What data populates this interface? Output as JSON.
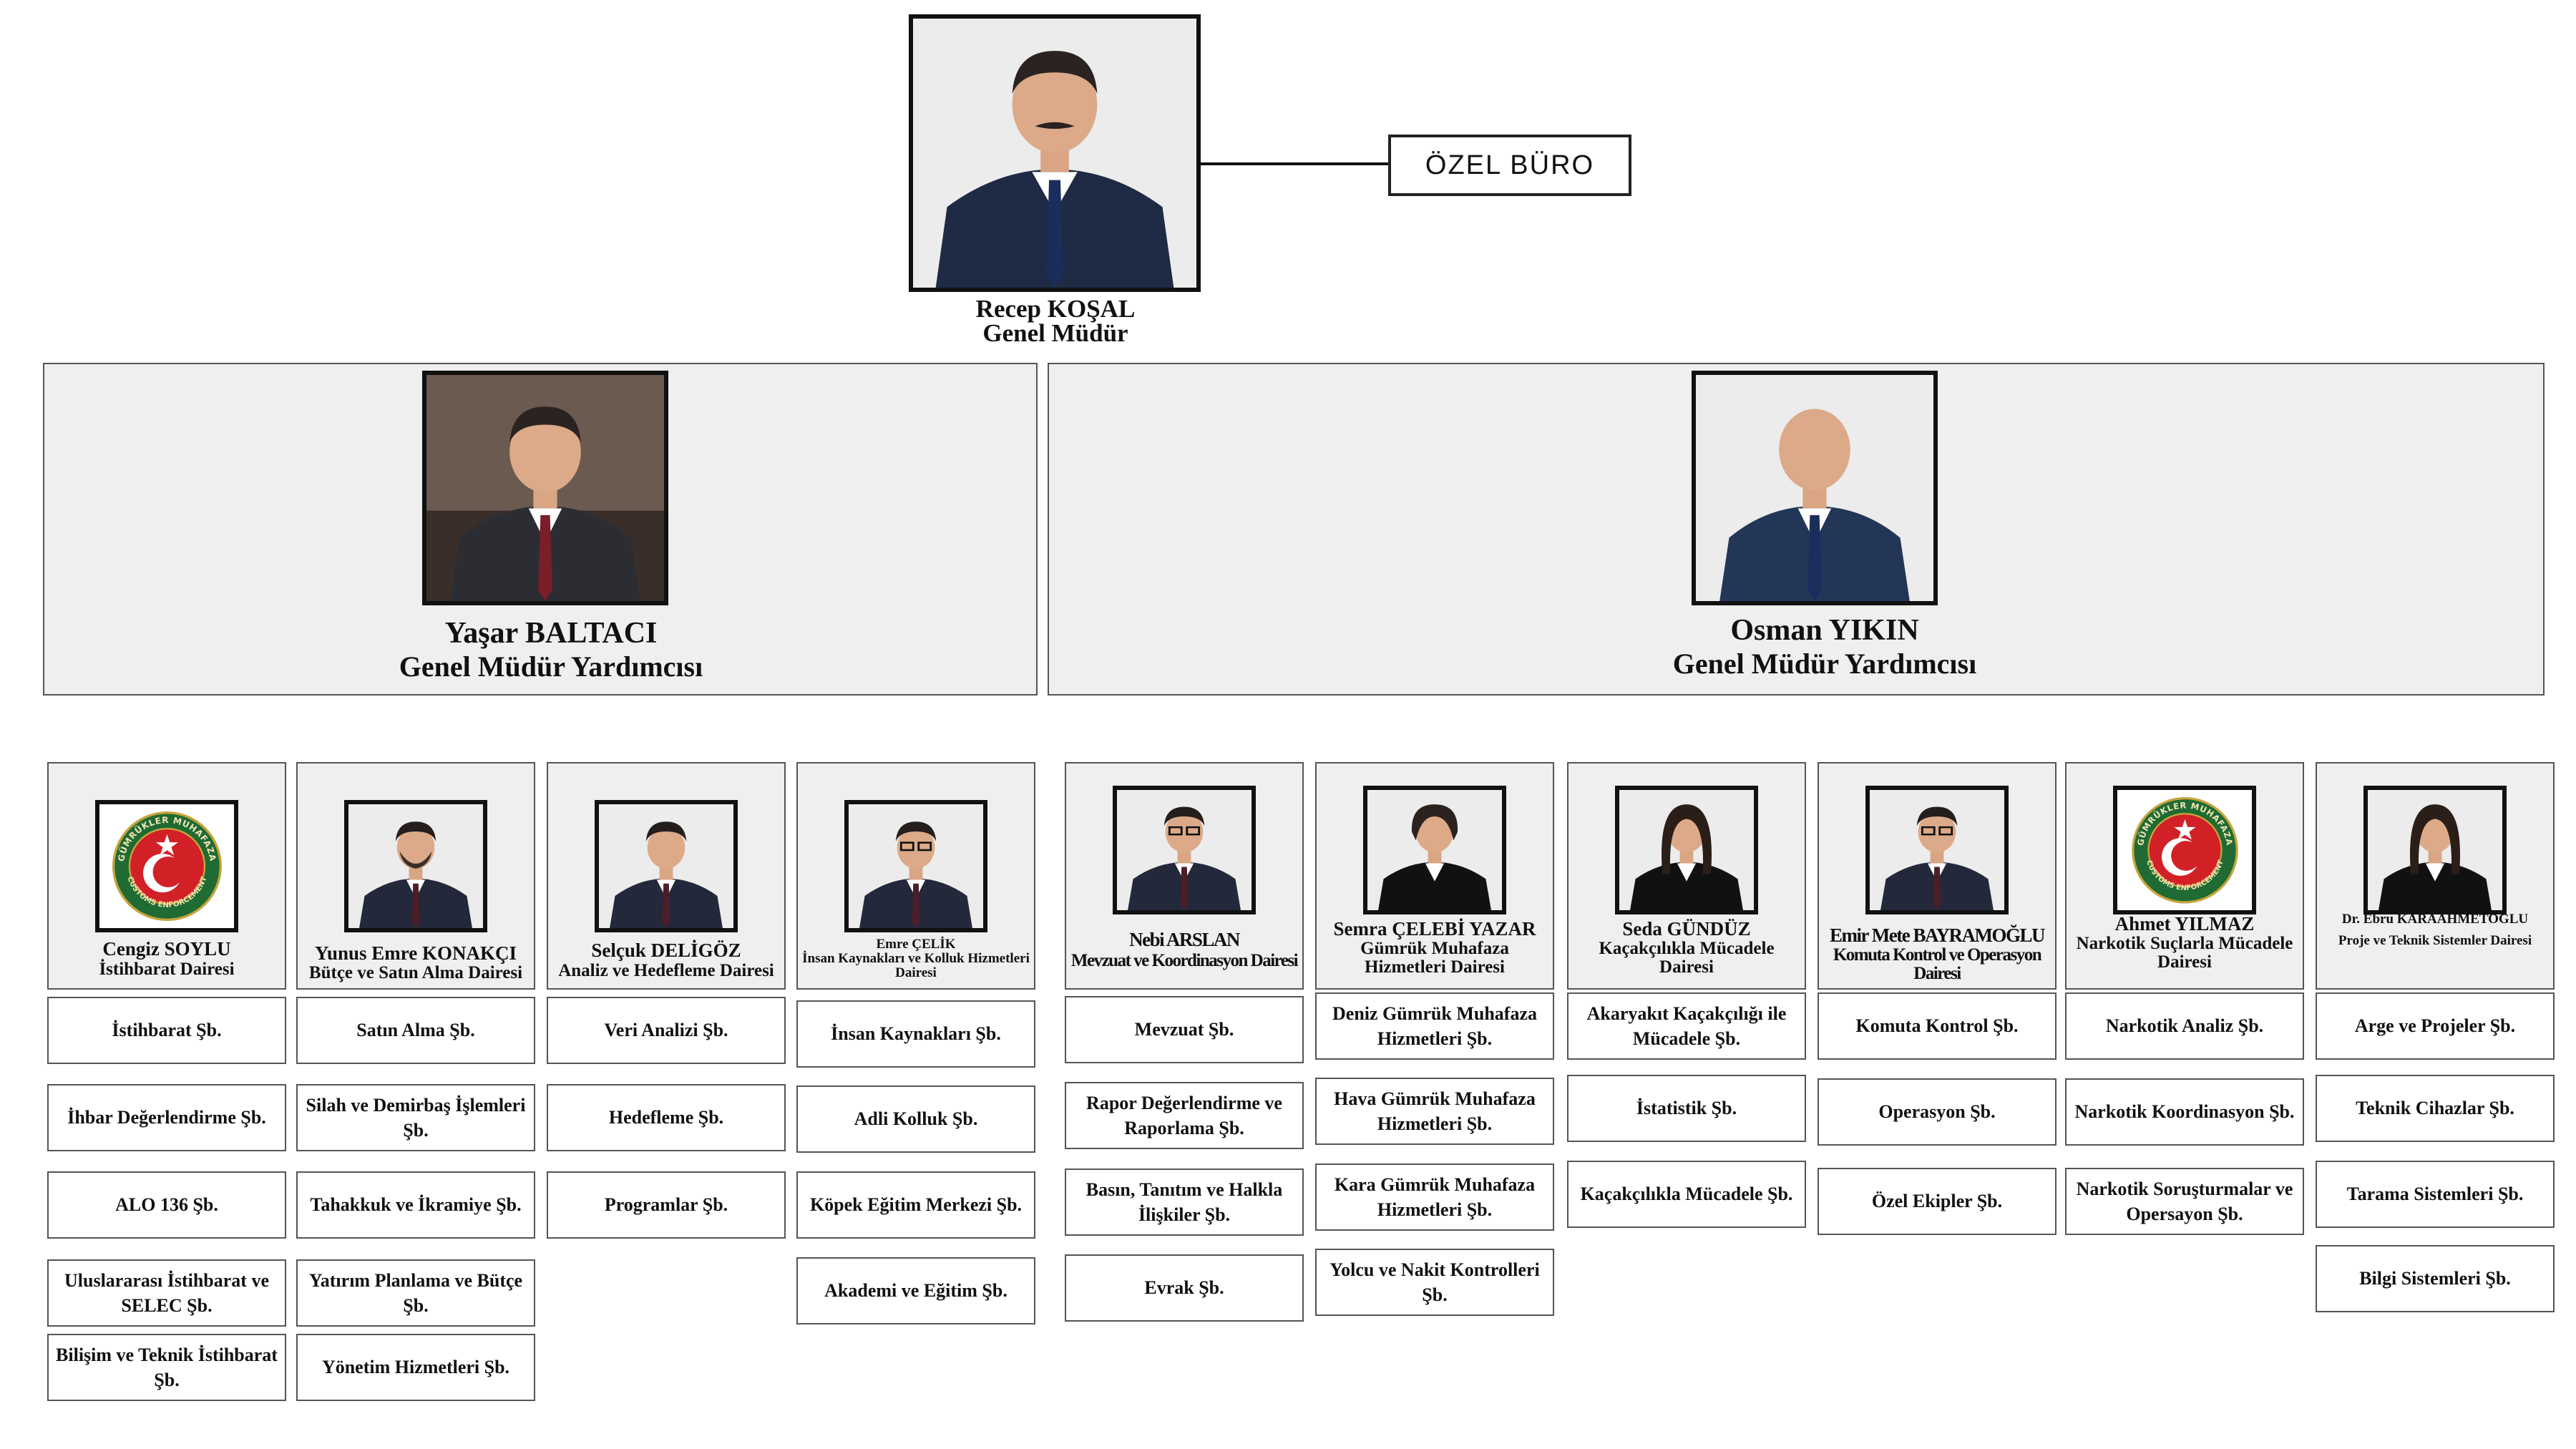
{
  "top": {
    "name": "Recep KOŞAL",
    "title": "Genel Müdür",
    "ozel_buro": "ÖZEL BÜRO"
  },
  "deputies": [
    {
      "name": "Yaşar BALTACI",
      "title": "Genel Müdür Yardımcısı"
    },
    {
      "name": "Osman YIKIN",
      "title": "Genel Müdür Yardımcısı"
    }
  ],
  "logo": {
    "top_text": "GÜMRÜKLER MUHAFAZA",
    "bottom_text": "CUSTOMS ENFORCEMENT"
  },
  "departments": [
    {
      "name": "Cengiz SOYLU",
      "dept": "İstihbarat Dairesi",
      "photo": "logo",
      "branches": [
        "İstihbarat Şb.",
        "İhbar Değerlendirme Şb.",
        "ALO 136 Şb.",
        "Uluslararası İstihbarat ve SELEC Şb.",
        "Bilişim ve Teknik İstihbarat Şb."
      ]
    },
    {
      "name": "Yunus Emre KONAKÇI",
      "dept": "Bütçe ve Satın Alma Dairesi",
      "photo": "man-beard",
      "branches": [
        "Satın Alma Şb.",
        "Silah ve Demirbaş İşlemleri Şb.",
        "Tahakkuk ve İkramiye Şb.",
        "Yatırım Planlama ve Bütçe Şb.",
        "Yönetim Hizmetleri Şb."
      ]
    },
    {
      "name": "Selçuk DELİGÖZ",
      "dept": "Analiz ve Hedefleme Dairesi",
      "photo": "man",
      "branches": [
        "Veri Analizi Şb.",
        "Hedefleme Şb.",
        "Programlar Şb."
      ]
    },
    {
      "name": "Emre ÇELİK",
      "dept": "İnsan Kaynakları ve Kolluk Hizmetleri Dairesi",
      "photo": "man-glasses",
      "branches": [
        "İnsan Kaynakları Şb.",
        "Adli Kolluk Şb.",
        "Köpek Eğitim Merkezi Şb.",
        "Akademi ve Eğitim Şb."
      ]
    },
    {
      "name": "Nebi ARSLAN",
      "dept": "Mevzuat ve Koordinasyon Dairesi",
      "photo": "man-glasses",
      "branches": [
        "Mevzuat Şb.",
        "Rapor Değerlendirme ve Raporlama Şb.",
        "Basın, Tanıtım ve Halkla İlişkiler Şb.",
        "Evrak Şb."
      ]
    },
    {
      "name": "Semra ÇELEBİ YAZAR",
      "dept": "Gümrük Muhafaza Hizmetleri Dairesi",
      "photo": "woman-short",
      "branches": [
        "Deniz Gümrük Muhafaza Hizmetleri Şb.",
        "Hava Gümrük Muhafaza Hizmetleri Şb.",
        "Kara Gümrük Muhafaza Hizmetleri Şb.",
        "Yolcu ve Nakit Kontrolleri Şb."
      ]
    },
    {
      "name": "Seda GÜNDÜZ",
      "dept": "Kaçakçılıkla Mücadele Dairesi",
      "photo": "woman-long",
      "branches": [
        "Akaryakıt Kaçakçılığı ile Mücadele Şb.",
        "İstatistik Şb.",
        "Kaçakçılıkla Mücadele Şb."
      ]
    },
    {
      "name": "Emir Mete BAYRAMOĞLU",
      "dept": "Komuta Kontrol ve Operasyon Dairesi",
      "photo": "man-glasses",
      "branches": [
        "Komuta Kontrol Şb.",
        "Operasyon Şb.",
        "Özel Ekipler  Şb."
      ]
    },
    {
      "name": "Ahmet YILMAZ",
      "dept": "Narkotik Suçlarla Mücadele Dairesi",
      "photo": "logo",
      "branches": [
        "Narkotik Analiz Şb.",
        "Narkotik Koordinasyon Şb.",
        "Narkotik Soruşturmalar ve Opersayon Şb."
      ]
    },
    {
      "name": "Dr. Ebru KARAAHMETOĞLU",
      "dept": "Proje ve Teknik Sistemler Dairesi",
      "photo": "woman-long",
      "branches": [
        "Arge ve Projeler Şb.",
        "Teknik Cihazlar Şb.",
        "Tarama Sistemleri Şb.",
        "Bilgi Sistemleri Şb."
      ]
    }
  ]
}
